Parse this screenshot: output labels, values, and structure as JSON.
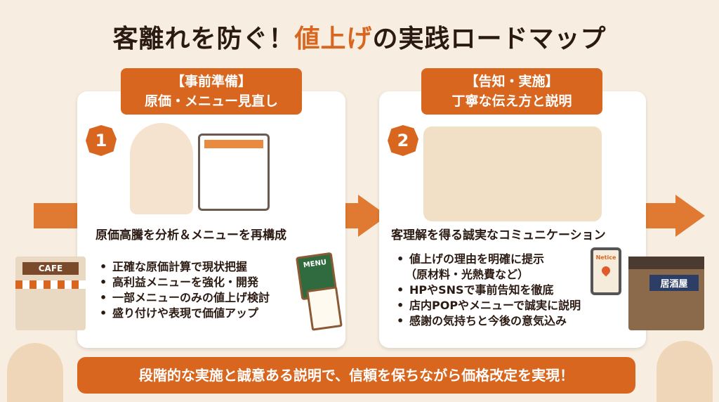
{
  "title": {
    "part1": "客離れを防ぐ！",
    "highlight": "値上げ",
    "part2": "の実践ロードマップ"
  },
  "steps": [
    {
      "number": "1",
      "tab_line1": "【事前準備】",
      "tab_line2": "原価・メニュー見直し",
      "subtitle": "原価高騰を分析＆メニューを再構成",
      "bullets": [
        "正確な原価計算で現状把握",
        "高利益メニューを強化・開発",
        "一部メニューのみの値上げ検討",
        "盛り付けや表現で価値アップ"
      ]
    },
    {
      "number": "2",
      "tab_line1": "【告知・実施】",
      "tab_line2": "丁寧な伝え方と説明",
      "subtitle": "客理解を得る誠実なコミュニケーション",
      "bullets": [
        "値上げの理由を明確に提示",
        "（原材料・光熱費など）",
        "HPやSNSで事前告知を徹底",
        "店内POPやメニューで誠実に説明",
        "感謝の気持ちと今後の意気込み"
      ]
    }
  ],
  "signs": {
    "cafe": "CAFE",
    "menu": "MENU",
    "notice": "Netice",
    "izakaya": "居酒屋"
  },
  "banner": "段階的な実施と誠意ある説明で、信頼を保ちながら価格改定を実現！",
  "colors": {
    "accent": "#d9661f",
    "background": "#f7eee1",
    "arrow": "#e07a32"
  }
}
